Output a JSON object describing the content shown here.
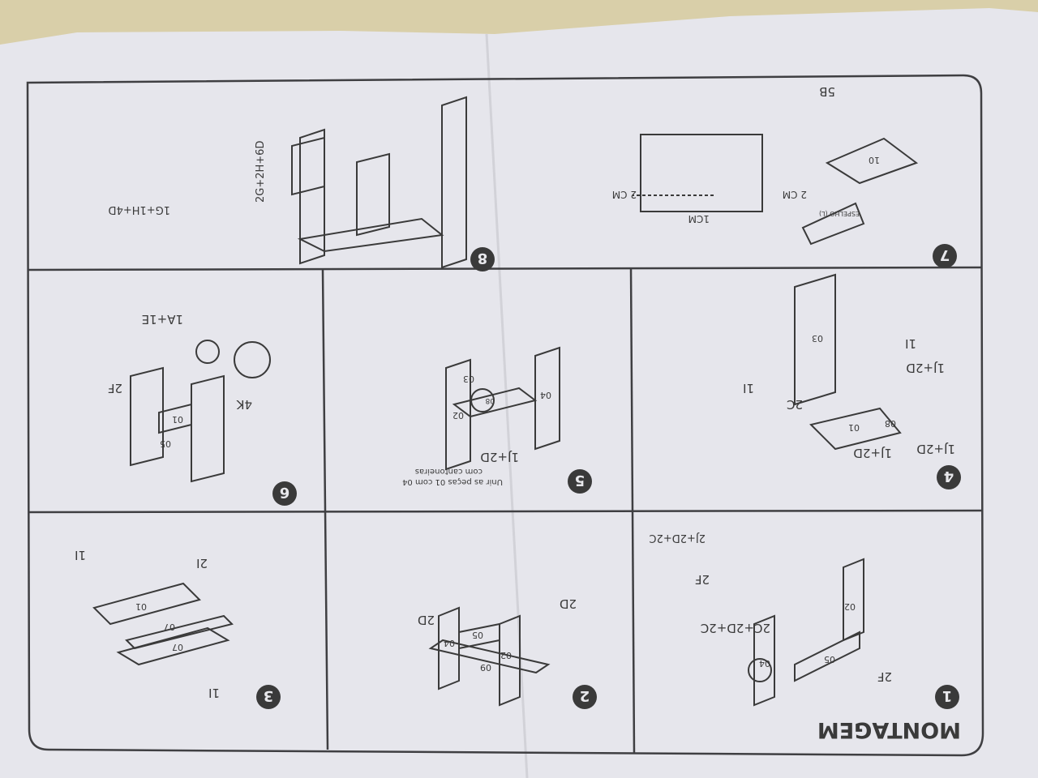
{
  "sheet": {
    "title": "MONTAGEM",
    "colors": {
      "paper": "#e8e8ec",
      "ink": "#3a3a3a",
      "table": "#d9cfa9"
    }
  },
  "steps": [
    {
      "number": "1",
      "labels": [
        "2J+2D+2C",
        "2C+2D+2C",
        "2F",
        "2F"
      ],
      "parts": [
        "02",
        "05",
        "04"
      ]
    },
    {
      "number": "2",
      "labels": [
        "2D",
        "2D"
      ],
      "parts": [
        "02",
        "05",
        "04",
        "09"
      ]
    },
    {
      "number": "3",
      "labels": [
        "1I",
        "2I",
        "1I"
      ],
      "parts": [
        "01",
        "07",
        "07"
      ]
    },
    {
      "number": "4",
      "labels": [
        "1J+2D",
        "1J+2D",
        "1J+2D",
        "2C",
        "1I",
        "1I"
      ],
      "parts": [
        "03",
        "01",
        "08"
      ]
    },
    {
      "number": "5",
      "labels": [
        "1J+2D"
      ],
      "note": [
        "Unir as peças 01 com 04",
        "com cantoneiras"
      ],
      "parts": [
        "03",
        "04",
        "02",
        "08"
      ]
    },
    {
      "number": "6",
      "labels": [
        "1A+1E",
        "2F",
        "4K"
      ],
      "parts": [
        "05",
        "01"
      ]
    },
    {
      "number": "7",
      "labels": [
        "5B",
        "2 CM",
        "2 CM",
        "1CM"
      ],
      "parts": [
        "10",
        "ESPELHO (L)"
      ]
    },
    {
      "number": "8",
      "labels": [
        "2G+2H+6D",
        "1G+1H+4D"
      ],
      "parts": []
    }
  ]
}
